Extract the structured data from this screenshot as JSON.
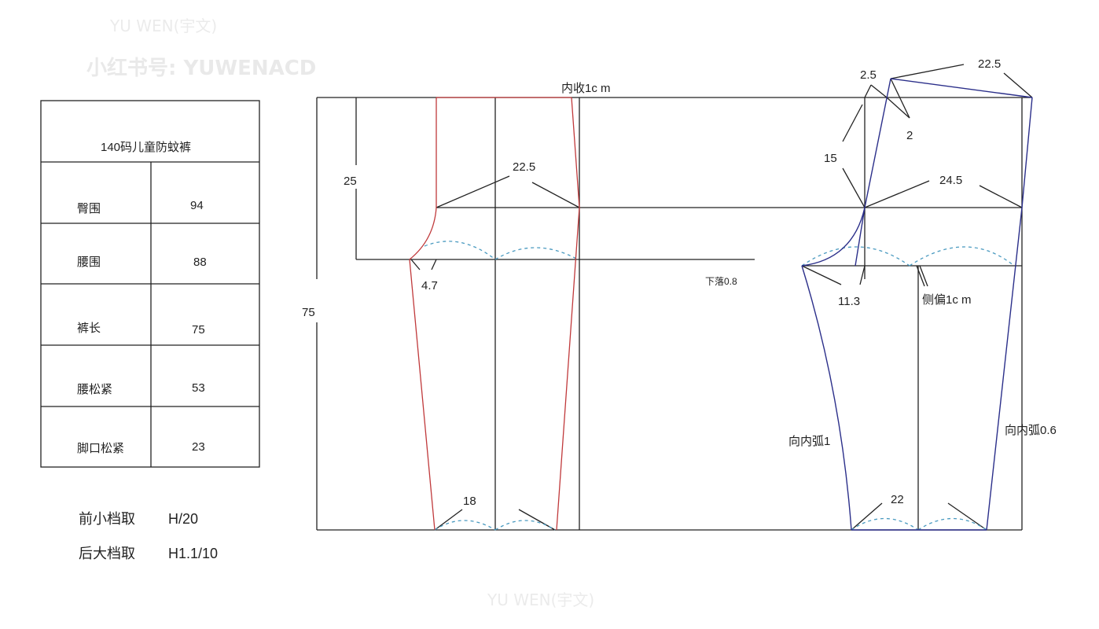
{
  "watermark": {
    "line1": "YU WEN(宇文)",
    "line2": "小红书号: YUWENACD"
  },
  "table": {
    "title": "140码儿童防蚊裤",
    "rows": [
      {
        "label": "臀围",
        "value": "94"
      },
      {
        "label": "腰围",
        "value": "88"
      },
      {
        "label": "裤长",
        "value": "75"
      },
      {
        "label": "腰松紧",
        "value": "53"
      },
      {
        "label": "脚口松紧",
        "value": "23"
      }
    ]
  },
  "notes": [
    {
      "label": "前小档取",
      "value": "H/20"
    },
    {
      "label": "后大档取",
      "value": "H1.1/10"
    }
  ],
  "front": {
    "waist_note": "内收1c m",
    "rise": "25",
    "length": "75",
    "hip": "22.5",
    "crotch_ext": "4.7",
    "hem": "18",
    "drop": "下落0.8"
  },
  "back": {
    "raise": "2.5",
    "waist": "22.5",
    "dart": "2",
    "rise": "15",
    "hip": "24.5",
    "crotch_ext": "11.3",
    "side_offset": "侧偏1c m",
    "inseam_curve": "向内弧1",
    "side_curve": "向内弧0.6",
    "hem": "22"
  },
  "colors": {
    "front_outline": "#c0393b",
    "back_outline": "#2b2f8a",
    "guide": "#222222",
    "dashed": "#4a9ac0"
  }
}
